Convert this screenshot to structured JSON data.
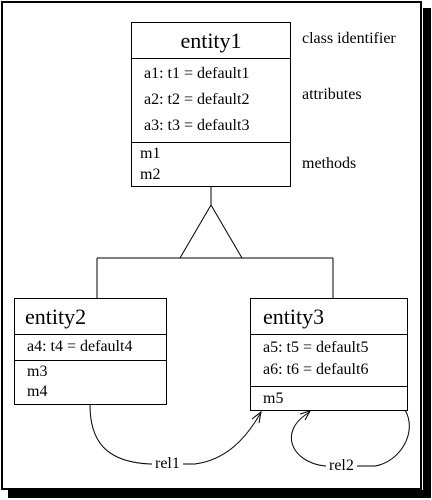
{
  "entities": [
    {
      "name": "entity1",
      "attributes": [
        "a1: t1 = default1",
        "a2: t2 = default2",
        "a3: t3 = default3"
      ],
      "methods": [
        "m1",
        "m2"
      ]
    },
    {
      "name": "entity2",
      "attributes": [
        "a4: t4 = default4"
      ],
      "methods": [
        "m3",
        "m4"
      ]
    },
    {
      "name": "entity3",
      "attributes": [
        "a5: t5 = default5",
        "a6: t6 = default6"
      ],
      "methods": [
        "m5"
      ]
    }
  ],
  "annotations": {
    "class_identifier": "class identifier",
    "attributes": "attributes",
    "methods": "methods"
  },
  "relations": [
    {
      "label": "rel1",
      "from": "entity2",
      "to": "entity3"
    },
    {
      "label": "rel2",
      "from": "entity3",
      "to": "entity3"
    }
  ]
}
